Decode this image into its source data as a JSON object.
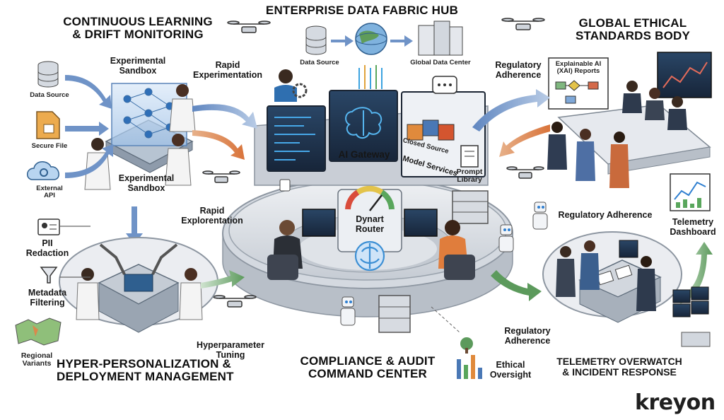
{
  "sections": {
    "continuous_learning": [
      "CONTINUOUS LEARNING",
      "& DRIFT MONITORING"
    ],
    "data_fabric": [
      "ENTERPRISE DATA FABRIC HUB"
    ],
    "ethical_standards": [
      "GLOBAL ETHICAL",
      "STANDARDS BODY"
    ],
    "hyper_personalization": [
      "HYPER-PERSONALIZATION &",
      "DEPLOYMENT MANAGEMENT"
    ],
    "compliance": [
      "COMPLIANCE & AUDIT",
      "COMMAND CENTER"
    ],
    "telemetry": [
      "TELEMETRY OVERWATCH",
      "& INCIDENT RESPONSE"
    ]
  },
  "labels": {
    "experimental_sandbox_top": [
      "Experimental",
      "Sandbox"
    ],
    "rapid_experimentation": [
      "Rapid",
      "Experimentation"
    ],
    "data_source_left": [
      "Data Source"
    ],
    "secure_file": [
      "Secure File"
    ],
    "external_api": [
      "External",
      "API"
    ],
    "experimental_sandbox_bottom": [
      "Experimental",
      "Sandbox"
    ],
    "rapid_explorentation": [
      "Rapid",
      "Explorentation"
    ],
    "pii_redaction": [
      "PII",
      "Redaction"
    ],
    "metadata_filtering": [
      "Metadata",
      "Filtering"
    ],
    "regional_variants": [
      "Regional",
      "Variants"
    ],
    "hyperparameter_tuning": [
      "Hyperparameter",
      "Tuning"
    ],
    "data_source_top": [
      "Data Source"
    ],
    "global_data_center": [
      "Global Data Center"
    ],
    "ai_gateway": [
      "AI Gateway"
    ],
    "closed_source": [
      "Closed Source"
    ],
    "model_services": [
      "Model Services"
    ],
    "prompt_library": [
      "Prompt",
      "Library"
    ],
    "dynart_router": [
      "Dynart",
      "Router"
    ],
    "regulatory_adherence_top": [
      "Regulatory",
      "Adherence"
    ],
    "xai_reports": [
      "Explainable AI",
      "(XAI) Reports"
    ],
    "regulatory_adherence_mid": [
      "Regulatory Adherence"
    ],
    "telemetry_dashboard": [
      "Telemetry",
      "Dashboard"
    ],
    "regulatory_adherence_bottom": [
      "Regulatory",
      "Adherence"
    ],
    "ethical_oversight": [
      "Ethical",
      "Oversight"
    ]
  },
  "logo": "kreyon",
  "colors": {
    "platform": "#d9dde3",
    "platform_edge": "#9aa3ad",
    "screen": "#23364f",
    "screen_glow": "#2f8fd8",
    "arrow_blue": "#6f93c7",
    "arrow_orange": "#d9894c",
    "arrow_green": "#6fa56f",
    "gauge_red": "#d94c3b",
    "gauge_yellow": "#e3c34a",
    "gauge_green": "#59a65c"
  }
}
